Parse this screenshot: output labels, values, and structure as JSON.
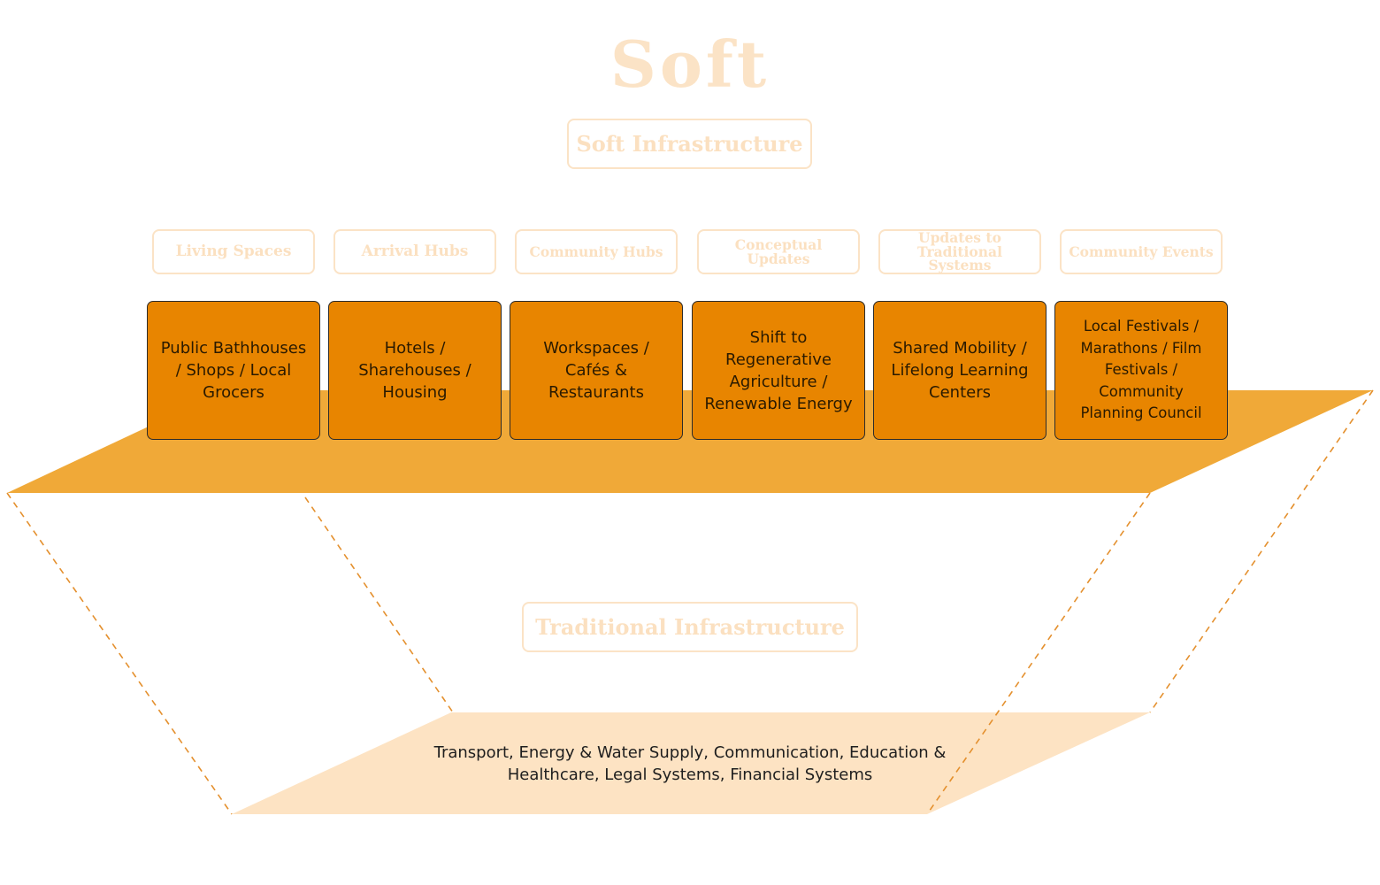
{
  "title": "Soft",
  "soft_infrastructure_label": "Soft Infrastructure",
  "traditional_infrastructure_label": "Traditional Infrastructure",
  "categories": [
    "Living Spaces",
    "Arrival Hubs",
    "Community Hubs",
    "Conceptual Updates",
    "Updates to Traditional Systems",
    "Community Events"
  ],
  "cards": [
    "Public Bathhouses / Shops / Local Grocers",
    "Hotels / Sharehouses / Housing",
    "Workspaces / Cafés & Restaurants",
    "Shift to Regenerative Agriculture / Renewable Energy",
    "Shared Mobility / Lifelong Learning Centers",
    "Local Festivals / Marathons / Film Festivals / Community Planning Council"
  ],
  "traditional_systems": "Transport, Energy & Water Supply, Communication, Education & Healthcare, Legal Systems, Financial Systems",
  "colors": {
    "upper_plane": "#f0a938",
    "lower_plane": "#fde3c3",
    "card_fill": "#e88500",
    "pale_label": "#fbe3c6",
    "dashed_line": "#e4902e"
  }
}
